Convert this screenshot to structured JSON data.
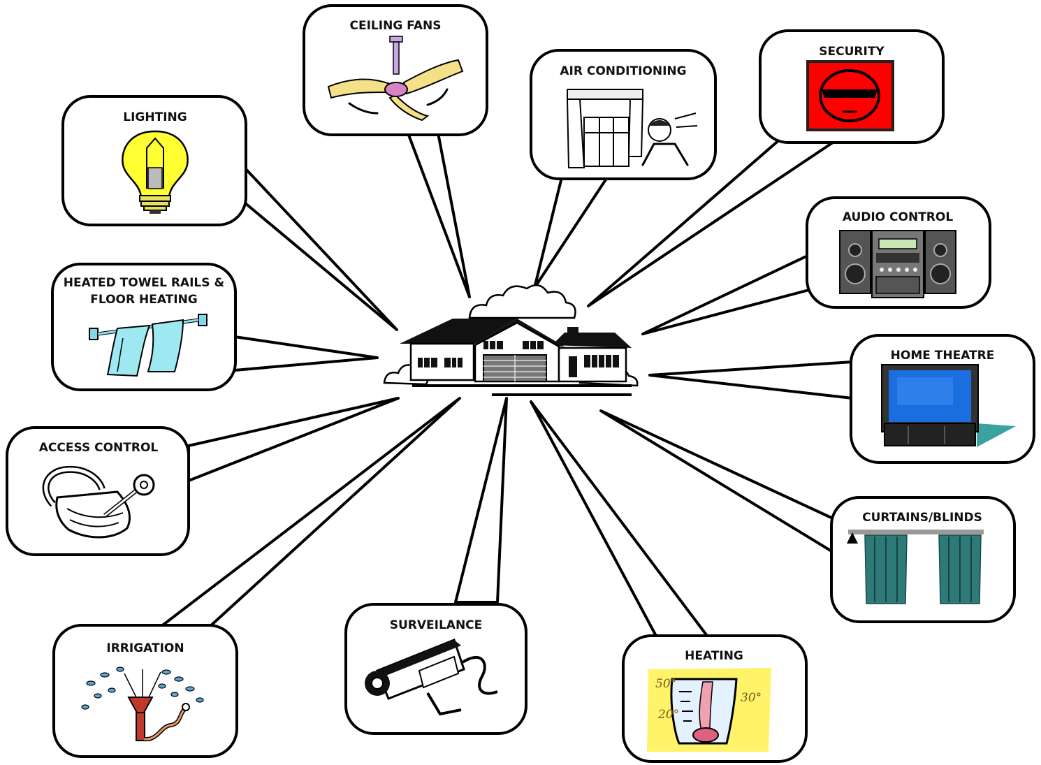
{
  "diagram": {
    "center": {
      "name": "house",
      "icon": "house-icon"
    },
    "nodes": [
      {
        "key": "lighting",
        "label": "LIGHTING",
        "icon": "light-bulb-icon"
      },
      {
        "key": "ceiling_fans",
        "label": "CEILING FANS",
        "icon": "ceiling-fan-icon"
      },
      {
        "key": "air_conditioning",
        "label": "AIR CONDITIONING",
        "icon": "window-breeze-icon"
      },
      {
        "key": "security",
        "label": "SECURITY",
        "icon": "security-face-icon",
        "color": "#ff0000"
      },
      {
        "key": "audio_control",
        "label": "AUDIO CONTROL",
        "icon": "stereo-icon"
      },
      {
        "key": "heated_towel",
        "label_lines": [
          "HEATED TOWEL RAILS &",
          "FLOOR HEATING"
        ],
        "icon": "towel-rail-icon"
      },
      {
        "key": "home_theatre",
        "label": "HOME THEATRE",
        "icon": "television-icon",
        "color": "#1a6ee0"
      },
      {
        "key": "access_control",
        "label": "ACCESS CONTROL",
        "icon": "padlock-key-icon"
      },
      {
        "key": "curtains_blinds",
        "label": "CURTAINS/BLINDS",
        "icon": "curtains-icon",
        "color": "#2e7a78"
      },
      {
        "key": "irrigation",
        "label": "IRRIGATION",
        "icon": "sprinkler-icon"
      },
      {
        "key": "surveilance",
        "label": "SURVEILANCE",
        "icon": "camera-icon"
      },
      {
        "key": "heating",
        "label": "HEATING",
        "icon": "thermometer-icon",
        "color": "#fff36a",
        "scale_labels": [
          "50°",
          "30°",
          "20°"
        ]
      }
    ]
  }
}
